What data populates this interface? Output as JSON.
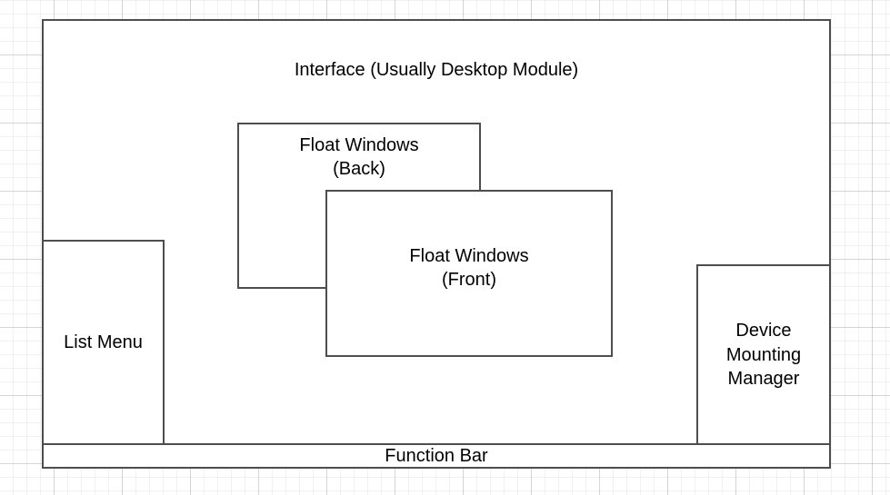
{
  "diagram": {
    "interface": {
      "title": "Interface (Usually Desktop Module)"
    },
    "list_menu": {
      "label": "List Menu"
    },
    "device_manager": {
      "label": "Device\nMounting\nManager",
      "line1": "Device",
      "line2": "Mounting",
      "line3": "Manager"
    },
    "float_back": {
      "line1": "Float Windows",
      "line2": "(Back)"
    },
    "float_front": {
      "line1": "Float Windows",
      "line2": "(Front)"
    },
    "function_bar": {
      "label": "Function Bar"
    },
    "colors": {
      "border": "#4d4d4d",
      "text": "#000000",
      "background": "#ffffff",
      "grid_minor": "#e8e8e8",
      "grid_major": "#d8d8d8"
    }
  }
}
